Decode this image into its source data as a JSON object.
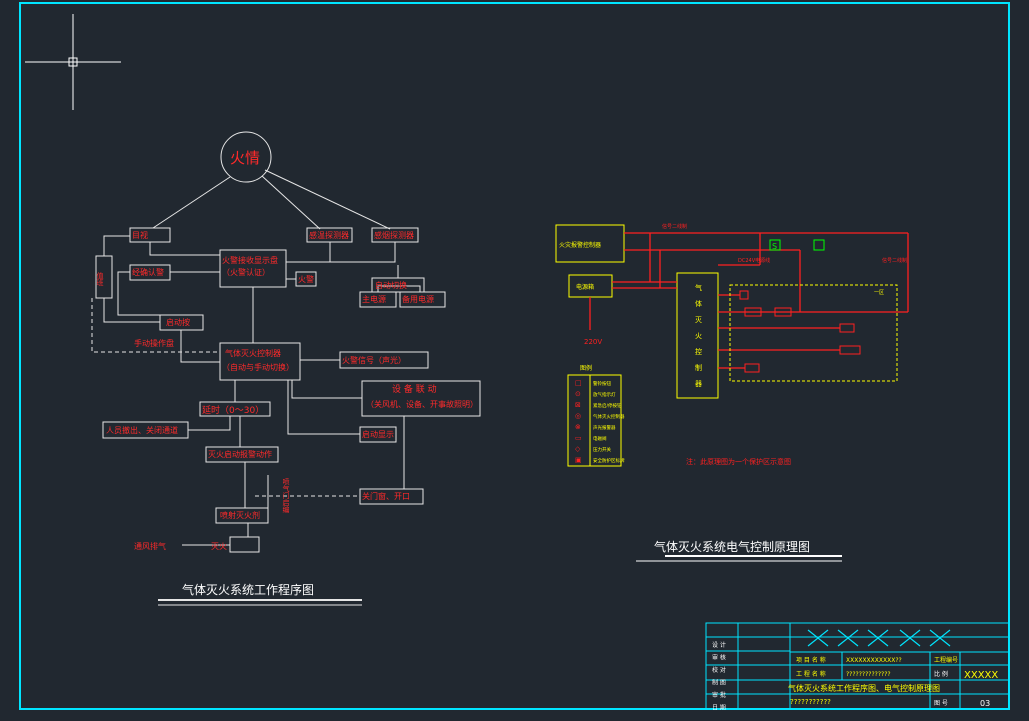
{
  "left": {
    "fire": "火情",
    "nodes": {
      "visual": "目视",
      "temp": "感温探测器",
      "smoke": "感烟探测器",
      "duty": "值班",
      "alarm_confirm": "经确认警",
      "ctrl_panel": "火警接收显示盘",
      "ctrl_panel_sub": "（火警认证）",
      "alarm_bell": "火警",
      "auto_switch": "自动切换",
      "main_power": "主电源",
      "backup_power": "备用电源",
      "start_btn": "启动按",
      "manual": "手动操作盘",
      "gas_ctrl": "气体灭火控制器",
      "gas_ctrl_sub": "（自动与手动切换）",
      "sound_light": "火警信号（声光）",
      "linkage": "设 备 联 动",
      "linkage_sub": "（关风机、设备、开事故照明）",
      "delay": "延时（0～30）",
      "evacuate": "人员撤出、关闭通道",
      "start_display": "启动显示",
      "release_action": "灭火启动报警动作",
      "vert_note": "喷气门启编",
      "door": "关门窗、开口",
      "spray": "喷射灭火剂",
      "vent": "通风排气",
      "end": "灭火"
    },
    "caption": "气体灭火系统工作程序图"
  },
  "right": {
    "fire_panel": "火灾报警控制器",
    "power_box": "电源箱",
    "voltage": "220V",
    "legend_title": "图例",
    "legend": [
      "警铃按钮",
      "放气指示灯",
      "紧急启/停按钮",
      "气体灭火控制器",
      "声光报警器",
      "电磁阀",
      "压力开关",
      "安全防护区标牌"
    ],
    "legend_symbols": [
      "□",
      "⊙",
      "⊠",
      "◎",
      "⊗",
      "▭",
      "◇",
      "▣"
    ],
    "controller_label": [
      "气",
      "体",
      "灭",
      "火",
      "控",
      "制",
      "器"
    ],
    "top_label_1": "信号二线制",
    "top_label_2": "信号二线制",
    "dc_label": "DC24V电源线",
    "zone_label": "一区",
    "mid_symbol": "S",
    "note": "注：此原理图为一个保护区示意图",
    "caption": "气体灭火系统电气控制原理图"
  },
  "title_block": {
    "rows_left": [
      "设 计",
      "审 核",
      "校 对",
      "制 图",
      "审 批",
      "日 期"
    ],
    "labels": [
      "项 目 名 称",
      "工 程 名 称"
    ],
    "project_name": "XXXXXXXXXXXX??",
    "project_name2": "??????????????",
    "drawing_no_label": "工程编号",
    "scale_label": "比 例",
    "sheet_label": "图 号",
    "drawing_name": "气体灭火系统工作程序图、电气控制原理图",
    "drawing_name2": "???????????",
    "code": "XXXXX",
    "sheet": "03"
  }
}
